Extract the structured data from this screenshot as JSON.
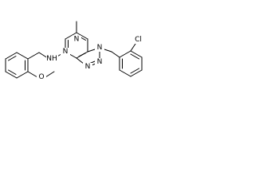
{
  "molecule": {
    "atom_labels": {
      "pyrimidine_n_top": "N",
      "pyrimidine_n_left": "N",
      "amine_nh": "NH",
      "triazole_n_upper": "N",
      "triazole_n_lower_left": "N",
      "triazole_n_lower_right": "N",
      "chloro": "Cl",
      "methoxy_o": "O"
    }
  }
}
